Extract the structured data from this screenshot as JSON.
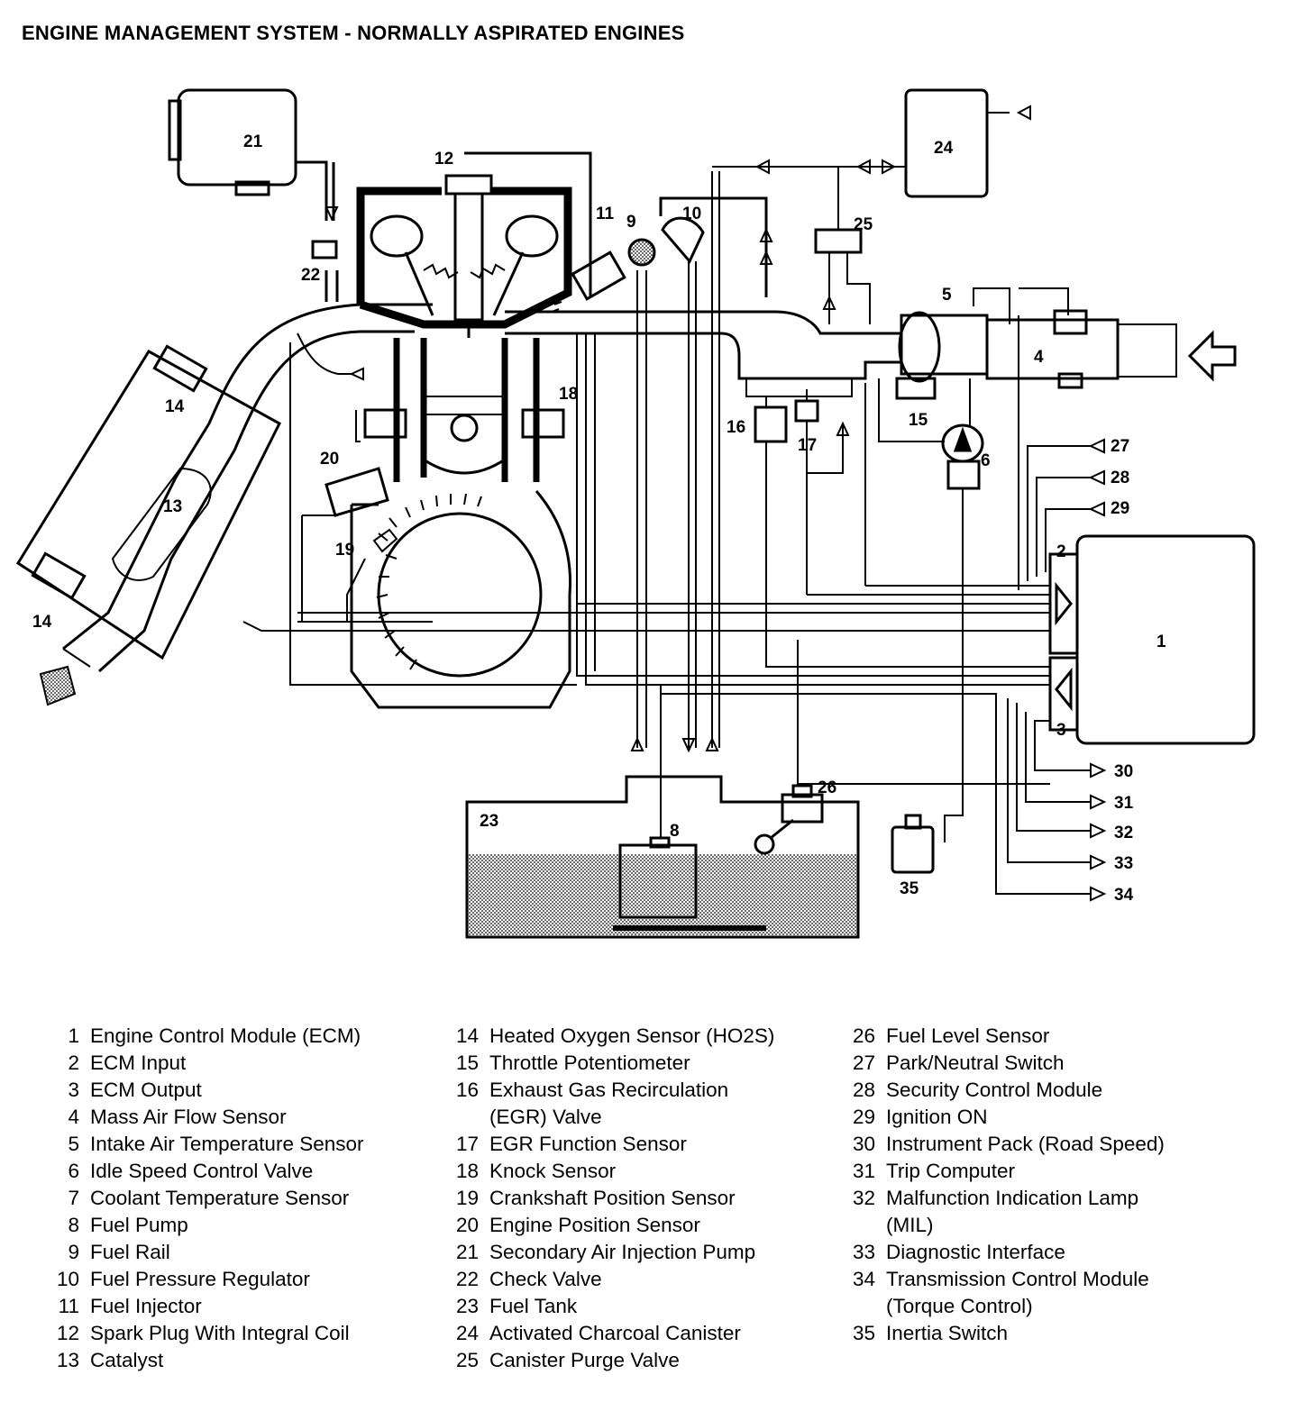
{
  "title": "ENGINE MANAGEMENT SYSTEM - NORMALLY ASPIRATED ENGINES",
  "callouts": [
    "1",
    "2",
    "3",
    "4",
    "5",
    "6",
    "8",
    "9",
    "10",
    "11",
    "12",
    "13",
    "14",
    "14",
    "15",
    "16",
    "17",
    "18",
    "19",
    "20",
    "21",
    "22",
    "23",
    "24",
    "25",
    "26",
    "27",
    "28",
    "29",
    "30",
    "31",
    "32",
    "33",
    "34",
    "35"
  ],
  "legend": {
    "col1": [
      {
        "num": "1",
        "text": "Engine Control Module (ECM)"
      },
      {
        "num": "2",
        "text": "ECM Input"
      },
      {
        "num": "3",
        "text": "ECM Output"
      },
      {
        "num": "4",
        "text": "Mass Air Flow Sensor"
      },
      {
        "num": "5",
        "text": "Intake Air Temperature Sensor"
      },
      {
        "num": "6",
        "text": "Idle Speed Control Valve"
      },
      {
        "num": "7",
        "text": "Coolant Temperature Sensor"
      },
      {
        "num": "8",
        "text": "Fuel Pump"
      },
      {
        "num": "9",
        "text": "Fuel Rail"
      },
      {
        "num": "10",
        "text": "Fuel Pressure Regulator"
      },
      {
        "num": "11",
        "text": "Fuel Injector"
      },
      {
        "num": "12",
        "text": "Spark Plug With Integral Coil"
      },
      {
        "num": "13",
        "text": "Catalyst"
      }
    ],
    "col2": [
      {
        "num": "14",
        "text": "Heated Oxygen Sensor (HO2S)"
      },
      {
        "num": "15",
        "text": "Throttle Potentiometer"
      },
      {
        "num": "16",
        "text": "Exhaust Gas Recirculation"
      },
      {
        "num": "",
        "text": "(EGR) Valve"
      },
      {
        "num": "17",
        "text": "EGR Function Sensor"
      },
      {
        "num": "18",
        "text": "Knock Sensor"
      },
      {
        "num": "19",
        "text": "Crankshaft Position Sensor"
      },
      {
        "num": "20",
        "text": "Engine Position Sensor"
      },
      {
        "num": "21",
        "text": "Secondary Air Injection Pump"
      },
      {
        "num": "22",
        "text": "Check Valve"
      },
      {
        "num": "23",
        "text": "Fuel Tank"
      },
      {
        "num": "24",
        "text": "Activated Charcoal Canister"
      },
      {
        "num": "25",
        "text": "Canister Purge Valve"
      }
    ],
    "col3": [
      {
        "num": "26",
        "text": "Fuel Level Sensor"
      },
      {
        "num": "27",
        "text": "Park/Neutral Switch"
      },
      {
        "num": "28",
        "text": "Security Control Module"
      },
      {
        "num": "29",
        "text": "Ignition ON"
      },
      {
        "num": "30",
        "text": "Instrument Pack (Road Speed)"
      },
      {
        "num": "31",
        "text": "Trip Computer"
      },
      {
        "num": "32",
        "text": "Malfunction Indication Lamp"
      },
      {
        "num": "",
        "text": "(MIL)"
      },
      {
        "num": "33",
        "text": "Diagnostic Interface"
      },
      {
        "num": "34",
        "text": "Transmission Control Module"
      },
      {
        "num": "",
        "text": "(Torque Control)"
      },
      {
        "num": "35",
        "text": "Inertia Switch"
      }
    ]
  }
}
